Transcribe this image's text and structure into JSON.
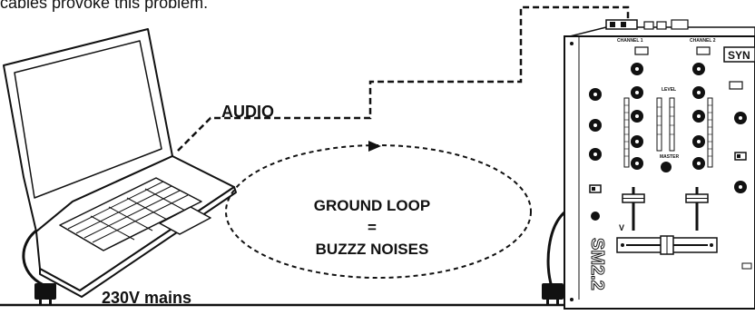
{
  "caption": {
    "text": "cables provoke this problem."
  },
  "labels": {
    "audio": "AUDIO",
    "ground_loop_line1": "GROUND LOOP",
    "ground_loop_line2": "=",
    "ground_loop_line3": "BUZZZ NOISES",
    "mains": "230V mains"
  },
  "mixer": {
    "brand": "SYN",
    "channel_1": "CHANNEL 1",
    "channel_2": "CHANNEL 2",
    "level": "LEVEL",
    "master": "MASTER",
    "model_vertical": "SM2.2"
  },
  "colors": {
    "line": "#111111",
    "fill": "#ffffff",
    "screen_edge": "#222222"
  }
}
